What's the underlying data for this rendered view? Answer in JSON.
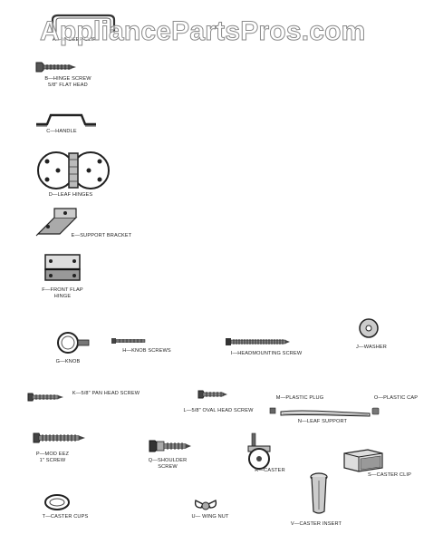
{
  "watermark": "AppliancePartsPros.com",
  "parts": {
    "a": "A—M  DEEP CLIP",
    "b": "B—HINGE SCREW\n5/8\" FLAT HEAD",
    "c": "C—HANDLE",
    "d": "D—LEAF HINGES",
    "e": "E—SUPPORT BRACKET",
    "f": "F—FRONT FLAP\nHINGE",
    "g": "G—KNOB",
    "h": "H—KNOB SCREWS",
    "i": "I—HEADMOUNTING SCREW",
    "j": "J—WASHER",
    "k": "K—5/8\" PAN HEAD SCREW",
    "l": "L—5/8\" OVAL HEAD SCREW",
    "m": "M—PLASTIC PLUG",
    "n": "N—LEAF SUPPORT",
    "o": "O—PLASTIC CAP",
    "p": "P—MOD EEZ\n1\" SCREW",
    "q": "Q—SHOULDER\nSCREW",
    "r": "R—CASTER",
    "s": "S—CASTER CLIP",
    "t": "T—CASTER CUPS",
    "u": "U— WING NUT",
    "v": "V—CASTER INSERT"
  }
}
